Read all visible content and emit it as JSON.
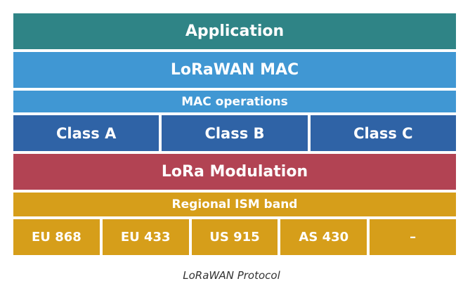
{
  "layers": {
    "application": "Application",
    "lorawan_mac": "LoRaWAN MAC",
    "mac_operations": "MAC operations",
    "classes": [
      "Class A",
      "Class B",
      "Class C"
    ],
    "lora_modulation": "LoRa Modulation",
    "regional_ism_band": "Regional ISM band",
    "regions": [
      "EU 868",
      "EU 433",
      "US 915",
      "AS 430",
      "–"
    ]
  },
  "colors": {
    "application": "#2f8486",
    "mac": "#4097d3",
    "classes": "#2f63a6",
    "modulation": "#b24353",
    "ism": "#d69e1a"
  },
  "caption": "LoRaWAN Protocol"
}
